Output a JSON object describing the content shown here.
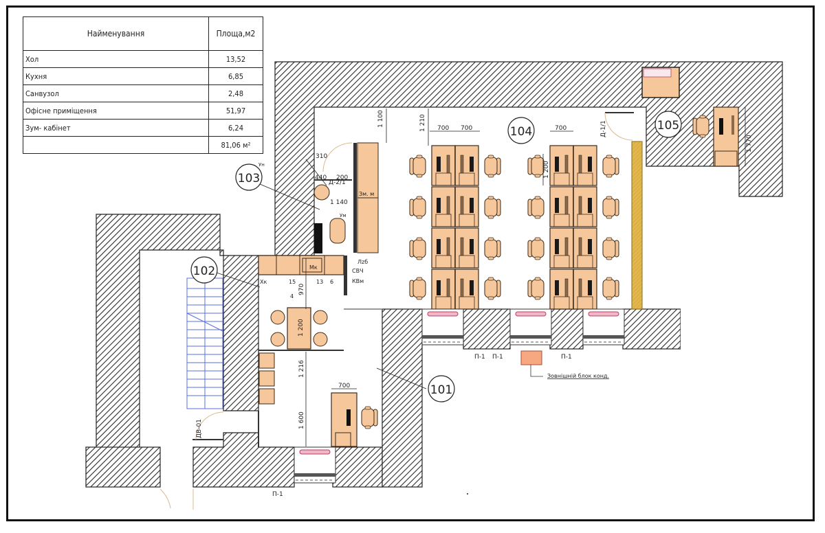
{
  "legend": {
    "header_name": "Найменування",
    "header_area": "Площа,м2",
    "rows": [
      {
        "name": "Хол",
        "area": "13,52"
      },
      {
        "name": "Кухня",
        "area": "6,85"
      },
      {
        "name": "Санвузол",
        "area": "2,48"
      },
      {
        "name": "Офісне приміщення",
        "area": "51,97"
      },
      {
        "name": "Зум- кабінет",
        "area": "6,24"
      }
    ],
    "total": "81,06 м²"
  },
  "rooms": {
    "r101": "101",
    "r102": "102",
    "r103": "103",
    "r104": "104",
    "r105": "105"
  },
  "dimensions": {
    "d1100": "1 100",
    "d1210": "1 210",
    "d700a": "700",
    "d700b": "700",
    "d700c": "700",
    "d1200a": "1 200",
    "d1770": "1 770",
    "d310": "310",
    "d440": "440",
    "d200": "200",
    "d1140": "1 140",
    "d970": "970",
    "d1200b": "1 200",
    "d1216": "1 216",
    "d1600": "1 600",
    "d700d": "700"
  },
  "labels": {
    "door_d1": "Д-1/1",
    "door_d2": "Д-2/1",
    "door_dv": "ДВ-01",
    "window": "П-1",
    "ac_unit": "Зовнішній блок конд.",
    "fridge": "Хк",
    "microwave": "Мк",
    "svch": "СВЧ",
    "kvm": "КВм",
    "lzb": "Лzб",
    "wardrobe": "Зм. м",
    "umyv": "Ум",
    "unitaz": "Ун",
    "n15": "15",
    "n13": "13",
    "n6": "6",
    "n4": "4"
  },
  "colors": {
    "wall_hatch": "#2b2b2b",
    "furniture": "#f7c79c",
    "furniture_stroke": "#3a2a1a",
    "radiator": "#e8a0b8",
    "partition": "#e2b84c",
    "stairs": "#5a6fe0"
  }
}
